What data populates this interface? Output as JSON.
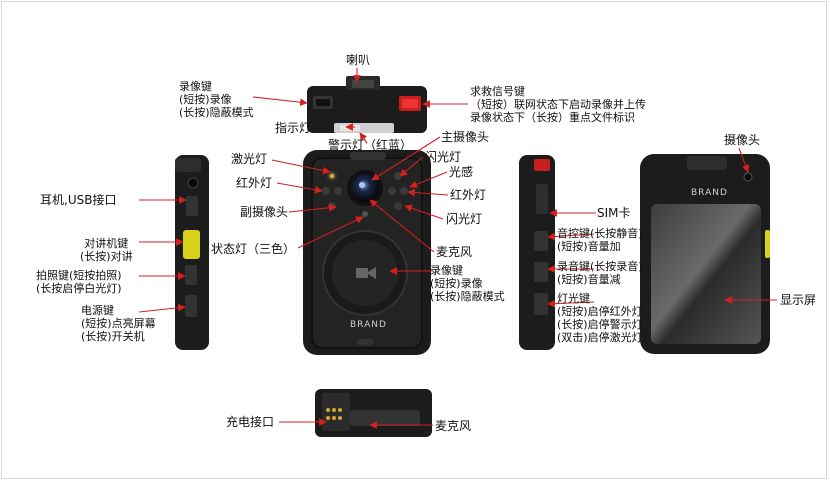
{
  "brand": "BRAND",
  "labels": {
    "speaker": "喇叭",
    "record_key": "录像键\n(短按)录像\n(长按)隐蔽模式",
    "sos_key": "求救信号键\n（短按）联网状态下启动录像并上传\n录像状态下（长按）重点文件标识",
    "indicator": "指示灯",
    "warning_light": "警示灯（红蓝）",
    "main_camera": "主摄像头",
    "laser": "激光灯",
    "flash_top": "闪光灯",
    "light_sensor": "光感",
    "ir_left": "红外灯",
    "ir_right": "红外灯",
    "flash_bottom": "闪光灯",
    "sub_camera": "副摄像头",
    "status_light": "状态灯（三色）",
    "mic_front": "麦克风",
    "record_key_front": "录像键\n(短按)录像\n(长按)隐蔽模式",
    "earphone_usb": "耳机,USB接口",
    "ptt_key": "对讲机键\n(长按)对讲",
    "photo_key": "拍照键(短按拍照)\n(长按启停白光灯)",
    "power_key": "电源键\n(短按)点亮屏幕\n(长按)开关机",
    "sim": "SIM卡",
    "volume_up": "音控键(长按静音)\n(短按)音量加",
    "audio_key": "录音键(长按录音)\n(短按)音量减",
    "light_key": "灯光键\n(短按)启停红外灯\n(长按)启停警示灯\n(双击)启停激光灯）",
    "back_camera": "摄像头",
    "screen": "显示屏",
    "charge_port": "充电接口",
    "mic_bottom": "麦克风"
  },
  "colors": {
    "arrow": "#d42020",
    "body": "#1c1c1c",
    "accent_yellow": "#d9d21c",
    "sos_red": "#c81e1e"
  }
}
